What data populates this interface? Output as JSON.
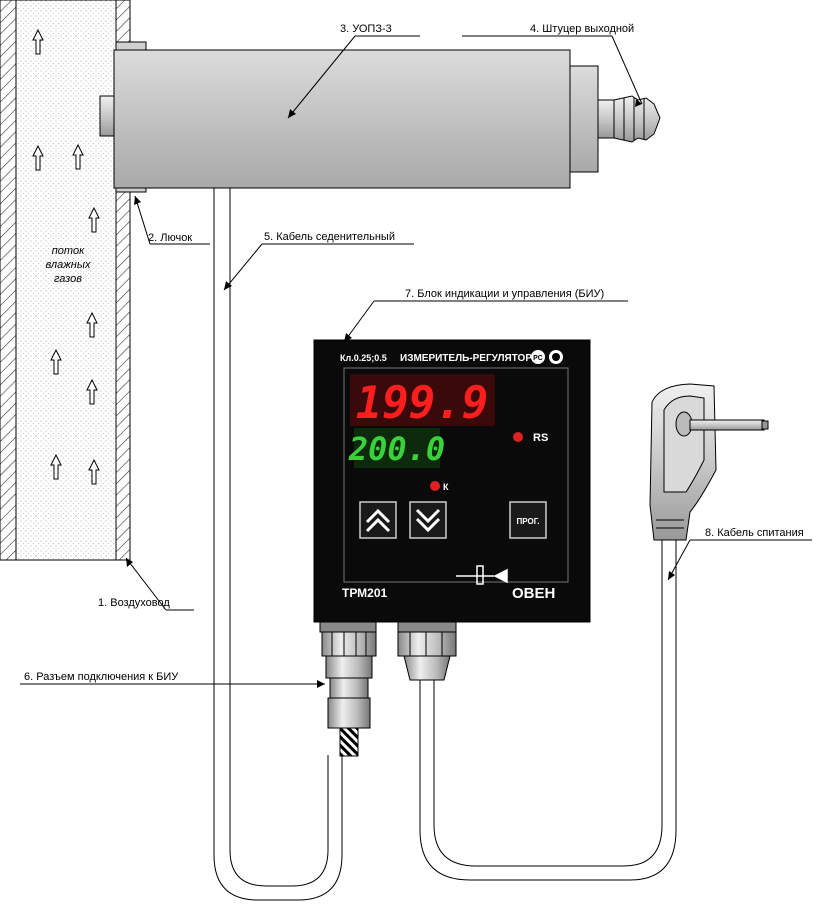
{
  "labels": {
    "duct": "1. Воздуховод",
    "hatch": "2. Лючок",
    "uopz": "3. УОПЗ-3",
    "outlet": "4. Штуцер выходной",
    "cable_conn": "5. Кабель седенительный",
    "connector": "6. Разъем подключения к БИУ",
    "unit": "7. Блок индикации и управления (БИУ)",
    "power_cable": "8. Кабель спитания"
  },
  "flow_text": [
    "поток",
    "влажных",
    "газов"
  ],
  "device": {
    "accuracy_class": "Кл.0.25;0.5",
    "title": "ИЗМЕРИТЕЛЬ-РЕГУЛЯТОР",
    "display_top": "199.9",
    "display_bottom": "200.0",
    "rs_label": "RS",
    "k_label": "К",
    "prog_label": "ПРОГ.",
    "model": "ТРМ201",
    "brand": "ОВЕН"
  },
  "colors": {
    "led_red": "#e02020",
    "led_green": "#39d23a",
    "panel": "#0a0a0a"
  }
}
